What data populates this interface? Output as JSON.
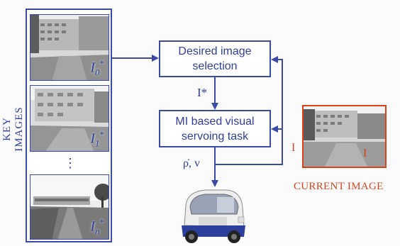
{
  "key_images": {
    "side_label": "KEY IMAGES",
    "thumbnails": [
      {
        "base": "I",
        "sub": "0",
        "sup": "*"
      },
      {
        "base": "I",
        "sub": "1",
        "sup": "*"
      },
      {
        "base": "I",
        "sub": "n",
        "sup": "*"
      }
    ],
    "ellipsis": "⋮"
  },
  "boxes": {
    "selection": {
      "line1": "Desired image",
      "line2": "selection"
    },
    "servoing": {
      "line1": "MI based visual",
      "line2": "servoing task"
    }
  },
  "labels": {
    "desired": "I*",
    "control": "ρ̇, v",
    "current_left": "I",
    "current_inside": "I",
    "current_caption": "CURRENT IMAGE"
  },
  "colors": {
    "blue": "#3a4aa6",
    "red": "#d8431e"
  },
  "icons": {
    "vehicle": "electric-car-illustration"
  }
}
